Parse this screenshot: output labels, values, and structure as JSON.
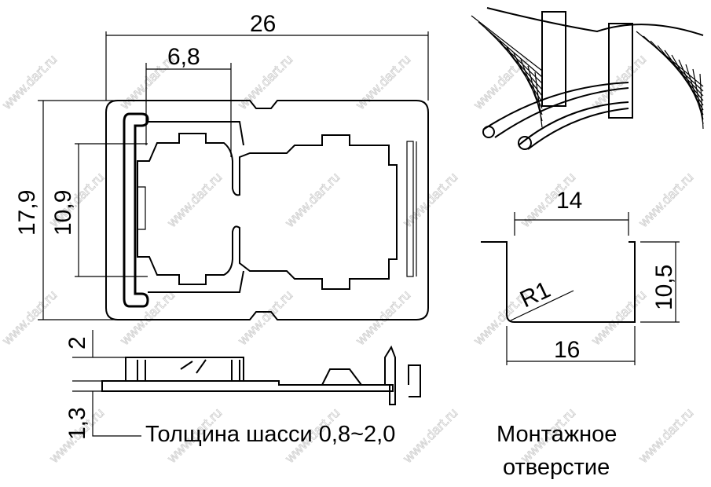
{
  "dimensions": {
    "width_total": "26",
    "width_inner": "6,8",
    "height_total": "17,9",
    "height_inner": "10,9",
    "hole_top_width": "14",
    "hole_depth": "10,5",
    "radius": "R1",
    "hole_bottom_width": "16",
    "side_height_top": "2",
    "side_height_bottom": "1,3"
  },
  "notes": {
    "chassis_thickness": "Толщина шасси 0,8~2,0",
    "mounting_hole_line1": "Монтажное",
    "mounting_hole_line2": "отверстие"
  },
  "watermark": "www.dart.ru"
}
